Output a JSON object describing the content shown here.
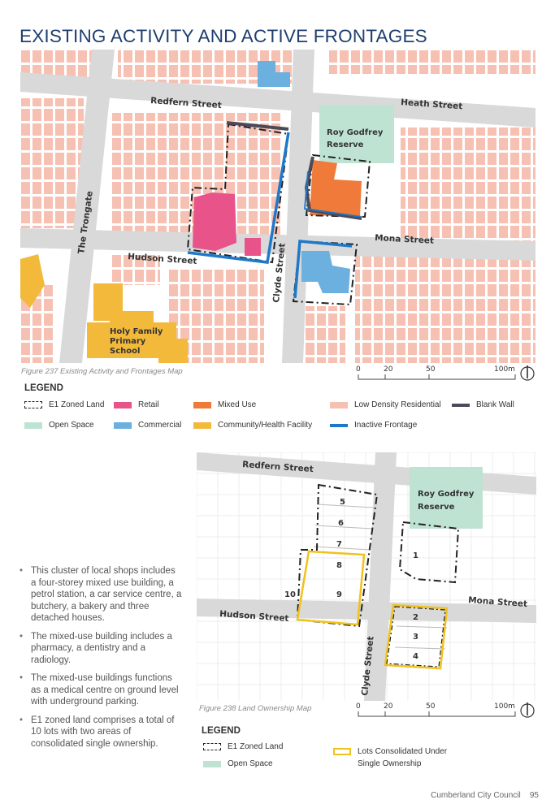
{
  "page": {
    "title": "EXISTING ACTIVITY AND ACTIVE FRONTAGES",
    "footer_org": "Cumberland City Council",
    "page_number": "95"
  },
  "map1": {
    "caption": "Figure 237 Existing Activity and Frontages Map",
    "streets": {
      "redfern": "Redfern Street",
      "heath": "Heath Street",
      "trongate": "The Trongate",
      "hudson": "Hudson Street",
      "clyde": "Clyde Street",
      "mona": "Mona Street"
    },
    "places": {
      "reserve_line1": "Roy Godfrey",
      "reserve_line2": "Reserve",
      "school_line1": "Holy Family",
      "school_line2": "Primary",
      "school_line3": "School"
    },
    "scale": {
      "s0": "0",
      "s1": "20",
      "s2": "50",
      "s3": "100m"
    },
    "legend": {
      "heading": "LEGEND",
      "items": [
        {
          "label": "E1 Zoned Land",
          "color": "#222222"
        },
        {
          "label": "Retail",
          "color": "#e8538a"
        },
        {
          "label": "Mixed Use",
          "color": "#f07a3a"
        },
        {
          "label": "Low Density Residential",
          "color": "#f6c0b2"
        },
        {
          "label": "Blank Wall",
          "color": "#4a4a5a"
        },
        {
          "label": "Open Space",
          "color": "#bfe3d3"
        },
        {
          "label": "Commercial",
          "color": "#6cb0e0"
        },
        {
          "label": "Community/Health Facility",
          "color": "#f2b93b"
        },
        {
          "label": "Inactive Frontage",
          "color": "#1f78c8"
        }
      ]
    }
  },
  "map2": {
    "caption": "Figure 238 Land Ownership Map",
    "streets": {
      "redfern": "Redfern Street",
      "hudson": "Hudson Street",
      "mona": "Mona Street",
      "clyde": "Clyde Street"
    },
    "places": {
      "reserve_line1": "Roy Godfrey",
      "reserve_line2": "Reserve"
    },
    "lots": [
      "1",
      "2",
      "3",
      "4",
      "5",
      "6",
      "7",
      "8",
      "9",
      "10"
    ],
    "scale": {
      "s0": "0",
      "s1": "20",
      "s2": "50",
      "s3": "100m"
    },
    "legend": {
      "heading": "LEGEND",
      "items": [
        {
          "label": "E1 Zoned Land"
        },
        {
          "label": "Open Space",
          "color": "#bfe3d3"
        },
        {
          "label_line1": "Lots Consolidated Under",
          "label_line2": "Single Ownership",
          "color": "#f1c21b"
        }
      ]
    }
  },
  "bullets": [
    "This cluster of local shops includes a four-storey mixed use building, a petrol station, a car service centre, a butchery, a bakery and three detached houses.",
    "The mixed-use building includes a pharmacy, a dentistry and a radiology.",
    "The mixed-use buildings functions as a medical centre on ground level with underground parking.",
    "E1 zoned land comprises a total of 10 lots with two areas of consolidated single ownership."
  ]
}
